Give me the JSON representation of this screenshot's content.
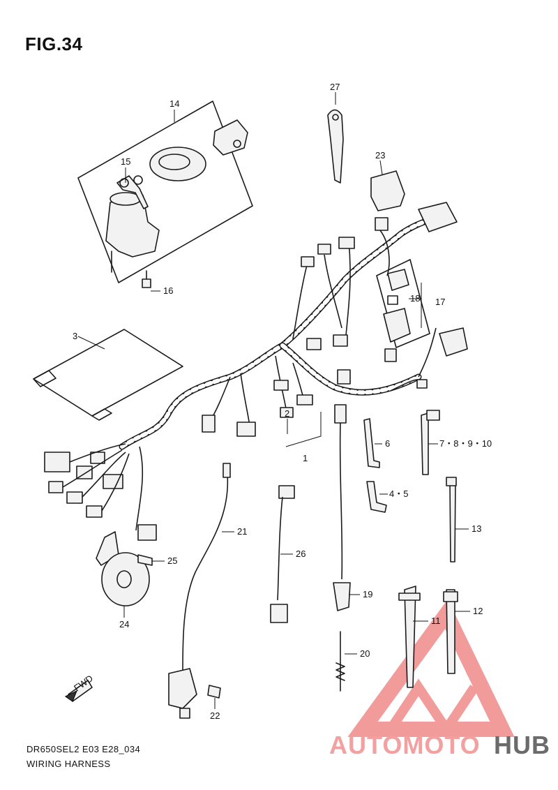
{
  "figure": {
    "title": "FIG.34",
    "model_code": "DR650SEL2 E03 E28_034",
    "section_name": "WIRING HARNESS",
    "direction_label": "FWD"
  },
  "callouts": [
    {
      "id": "c14",
      "label": "14"
    },
    {
      "id": "c15",
      "label": "15"
    },
    {
      "id": "c16",
      "label": "16"
    },
    {
      "id": "c27",
      "label": "27"
    },
    {
      "id": "c23",
      "label": "23"
    },
    {
      "id": "c18",
      "label": "18"
    },
    {
      "id": "c17",
      "label": "17"
    },
    {
      "id": "c3",
      "label": "3"
    },
    {
      "id": "c2",
      "label": "2"
    },
    {
      "id": "c1",
      "label": "1"
    },
    {
      "id": "c6",
      "label": "6"
    },
    {
      "id": "c7",
      "label": "7・8・9・10"
    },
    {
      "id": "c45",
      "label": "4・5"
    },
    {
      "id": "c13",
      "label": "13"
    },
    {
      "id": "c21",
      "label": "21"
    },
    {
      "id": "c26",
      "label": "26"
    },
    {
      "id": "c25",
      "label": "25"
    },
    {
      "id": "c24",
      "label": "24"
    },
    {
      "id": "c19",
      "label": "19"
    },
    {
      "id": "c11",
      "label": "11"
    },
    {
      "id": "c12",
      "label": "12"
    },
    {
      "id": "c20",
      "label": "20"
    },
    {
      "id": "c22",
      "label": "22"
    }
  ],
  "watermark": {
    "part1": "AUTOMOTO",
    "part2": "HUB",
    "color_primary": "#f08080",
    "color_secondary": "#6b6b6b",
    "color_accent": "#f5b96b"
  }
}
